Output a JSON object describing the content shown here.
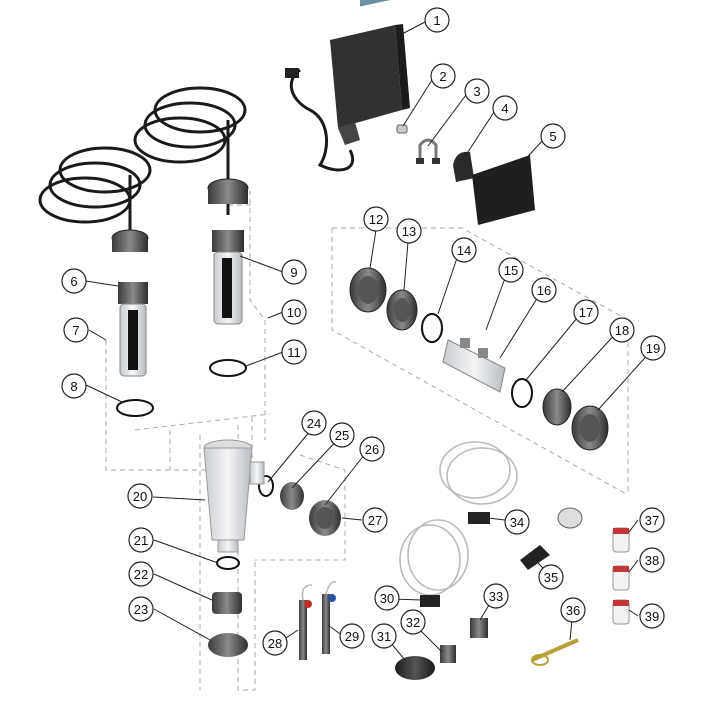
{
  "callouts": [
    {
      "id": 1,
      "label": "1"
    },
    {
      "id": 2,
      "label": "2"
    },
    {
      "id": 3,
      "label": "3"
    },
    {
      "id": 4,
      "label": "4"
    },
    {
      "id": 5,
      "label": "5"
    },
    {
      "id": 6,
      "label": "6"
    },
    {
      "id": 7,
      "label": "7"
    },
    {
      "id": 8,
      "label": "8"
    },
    {
      "id": 9,
      "label": "9"
    },
    {
      "id": 10,
      "label": "10"
    },
    {
      "id": 11,
      "label": "11"
    },
    {
      "id": 12,
      "label": "12"
    },
    {
      "id": 13,
      "label": "13"
    },
    {
      "id": 14,
      "label": "14"
    },
    {
      "id": 15,
      "label": "15"
    },
    {
      "id": 16,
      "label": "16"
    },
    {
      "id": 17,
      "label": "17"
    },
    {
      "id": 18,
      "label": "18"
    },
    {
      "id": 19,
      "label": "19"
    },
    {
      "id": 20,
      "label": "20"
    },
    {
      "id": 21,
      "label": "21"
    },
    {
      "id": 22,
      "label": "22"
    },
    {
      "id": 23,
      "label": "23"
    },
    {
      "id": 24,
      "label": "24"
    },
    {
      "id": 25,
      "label": "25"
    },
    {
      "id": 26,
      "label": "26"
    },
    {
      "id": 27,
      "label": "27"
    },
    {
      "id": 28,
      "label": "28"
    },
    {
      "id": 29,
      "label": "29"
    },
    {
      "id": 30,
      "label": "30"
    },
    {
      "id": 31,
      "label": "31"
    },
    {
      "id": 32,
      "label": "32"
    },
    {
      "id": 33,
      "label": "33"
    },
    {
      "id": 34,
      "label": "34"
    },
    {
      "id": 35,
      "label": "35"
    },
    {
      "id": 36,
      "label": "36"
    },
    {
      "id": 37,
      "label": "37"
    },
    {
      "id": 38,
      "label": "38"
    },
    {
      "id": 39,
      "label": "39"
    }
  ]
}
